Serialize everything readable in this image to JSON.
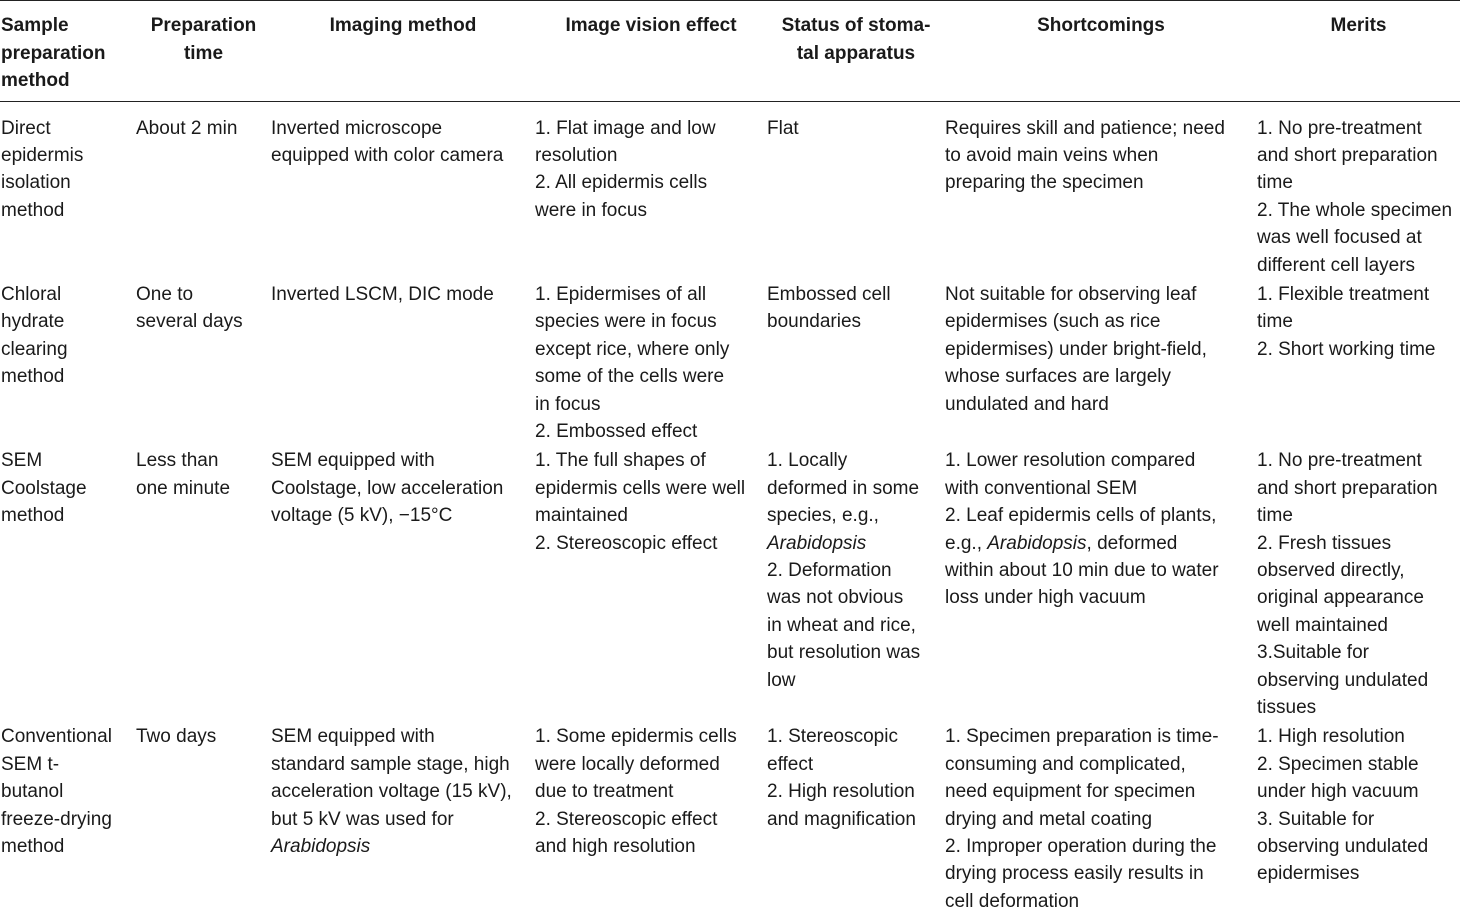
{
  "headers": [
    [
      "Sample",
      "preparation",
      "method"
    ],
    [
      "Preparation",
      "time"
    ],
    [
      "Imaging method"
    ],
    [
      "Image vision effect"
    ],
    [
      "Status of stoma-",
      "tal apparatus"
    ],
    [
      "Shortcomings"
    ],
    [
      "Merits"
    ]
  ],
  "rows": [
    {
      "method": [
        "Direct",
        "epidermis",
        "isolation",
        "method"
      ],
      "time": [
        "About 2 min"
      ],
      "imaging": [
        "Inverted microscope",
        "equipped with color camera"
      ],
      "vision": [
        "1. Flat image and low",
        "resolution",
        "2. All epidermis cells",
        "were in focus"
      ],
      "status": [
        "Flat"
      ],
      "shortcomings": [
        "Requires skill and patience; need",
        "to avoid main veins when",
        "preparing the specimen"
      ],
      "merits": [
        "1. No pre-treatment",
        "and short preparation",
        "time",
        "2. The whole specimen",
        "was well focused at",
        "different cell layers"
      ]
    },
    {
      "method": [
        "Chloral",
        "hydrate",
        "clearing",
        "method"
      ],
      "time": [
        "One to",
        "several days"
      ],
      "imaging": [
        "Inverted LSCM, DIC mode"
      ],
      "vision": [
        "1. Epidermises of all",
        "species were in focus",
        "except rice, where only",
        "some of the cells were",
        "in focus",
        "2. Embossed effect"
      ],
      "status": [
        "Embossed cell",
        "boundaries"
      ],
      "shortcomings": [
        "Not suitable for observing leaf",
        "epidermises (such as rice",
        "epidermises) under bright-field,",
        "whose surfaces are largely",
        "undulated and hard"
      ],
      "merits": [
        "1. Flexible treatment",
        "time",
        "2. Short working time"
      ]
    },
    {
      "method": [
        "SEM",
        "Coolstage",
        "method"
      ],
      "time": [
        "Less than",
        "one minute"
      ],
      "imaging": [
        "SEM equipped with",
        "Coolstage, low acceleration",
        "voltage (5 kV), −15°C"
      ],
      "vision": [
        "1. The full shapes of",
        "epidermis cells were well",
        "maintained",
        "2. Stereoscopic effect"
      ],
      "status": [
        "1. Locally",
        "deformed in some",
        "species, e.g.,",
        "Arabidopsis",
        "2. Deformation",
        "was not obvious",
        "in wheat and rice,",
        "but resolution was",
        "low"
      ],
      "shortcomings_a": "1. Lower resolution compared",
      "shortcomings_b": "with conventional SEM",
      "shortcomings_c": "2. Leaf epidermis cells of plants,",
      "shortcomings_d1": "e.g., ",
      "shortcomings_d2": "Arabidopsis",
      "shortcomings_d3": ", deformed",
      "shortcomings_e": "within about 10 min due to water",
      "shortcomings_f": "loss under high vacuum",
      "merits": [
        "1. No pre-treatment",
        "and short preparation",
        "time",
        "2. Fresh tissues",
        "observed directly,",
        "original appearance",
        "well maintained",
        "3.Suitable for",
        "observing undulated",
        "tissues"
      ]
    },
    {
      "method": [
        "Conventional",
        "SEM t-",
        "butanol",
        "freeze-drying",
        "method"
      ],
      "time": [
        "Two days"
      ],
      "imaging": [
        "SEM equipped with",
        "standard sample stage, high",
        "acceleration voltage (15 kV),",
        "but 5 kV was used for",
        "Arabidopsis"
      ],
      "vision": [
        "1. Some epidermis cells",
        "were locally deformed",
        "due to treatment",
        "2. Stereoscopic effect",
        "and high resolution"
      ],
      "status": [
        "1. Stereoscopic",
        "effect",
        "2. High resolution",
        "and magnification"
      ],
      "shortcomings": [
        "1. Specimen preparation is time-",
        "consuming and complicated,",
        "need equipment for specimen",
        "drying and metal coating",
        "2. Improper operation during the",
        "drying process easily results in",
        "cell deformation"
      ],
      "merits": [
        "1. High resolution",
        "2. Specimen stable",
        "under high vacuum",
        "3. Suitable for",
        "observing undulated",
        "epidermises"
      ]
    }
  ]
}
